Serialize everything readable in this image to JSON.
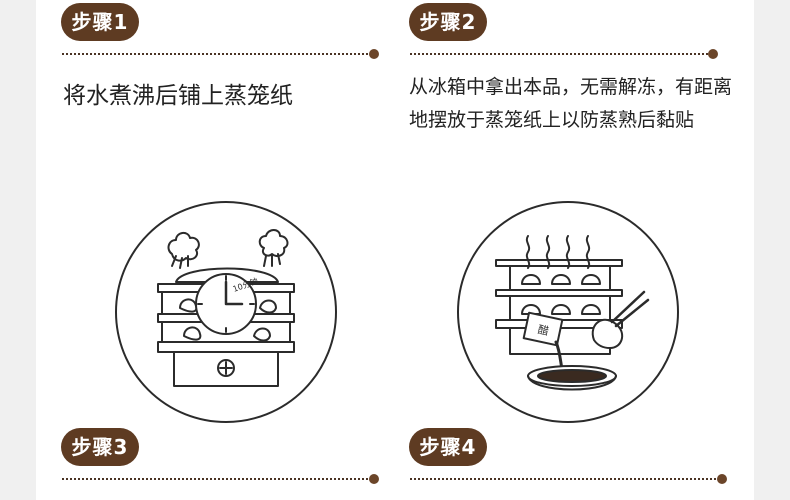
{
  "steps": [
    {
      "badge": "步骤1",
      "text": "将水煮沸后铺上蒸笼纸"
    },
    {
      "badge": "步骤2",
      "text_line1": "从冰箱中拿出本品，无需解冻，有距离",
      "text_line2": "地摆放于蒸笼纸上以防蒸熟后黏贴"
    },
    {
      "badge": "步骤3"
    },
    {
      "badge": "步骤4"
    }
  ],
  "illustrations": {
    "timer_label": "10分钟",
    "vinegar_label": "醋"
  },
  "colors": {
    "badge": "#5e3b22",
    "line": "#4a3324",
    "text": "#222222"
  }
}
